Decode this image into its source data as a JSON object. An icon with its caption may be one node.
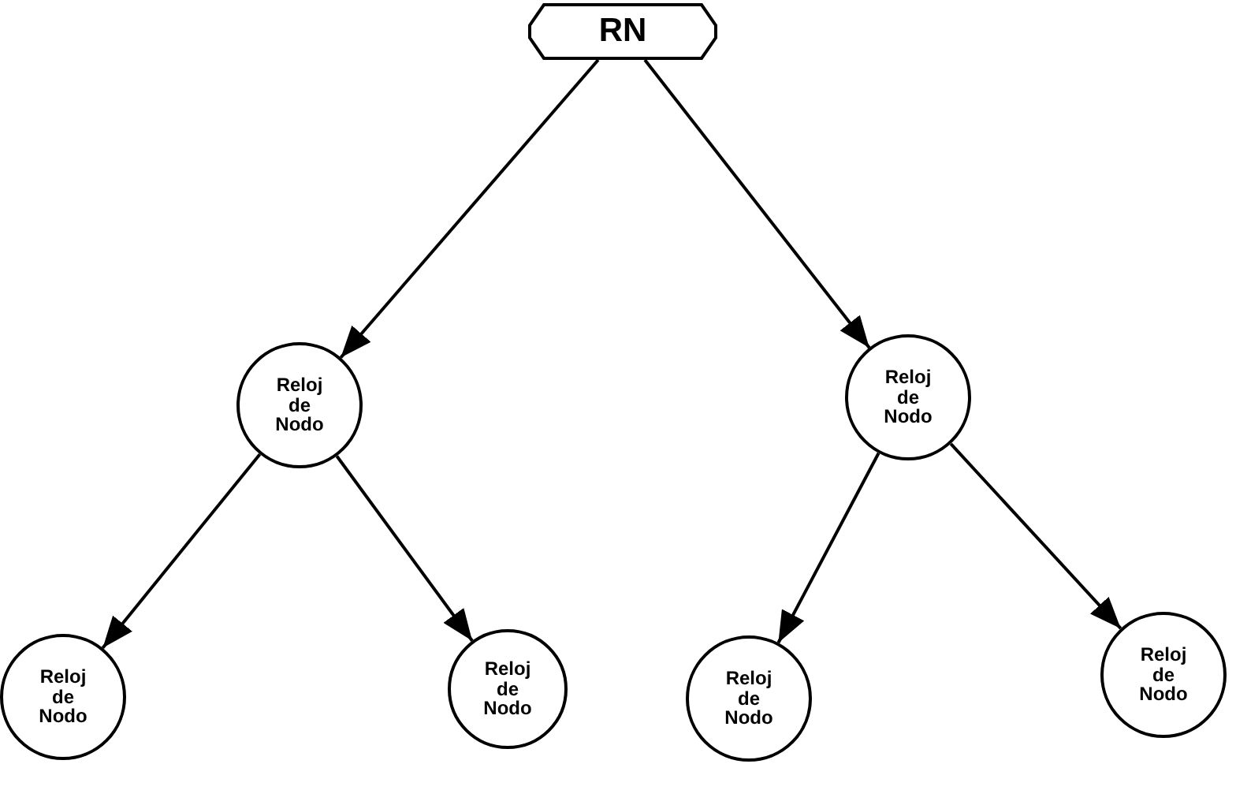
{
  "diagram": {
    "nodes": [
      {
        "text": [
          "RN"
        ]
      },
      {
        "text": [
          "Reloj de Nodo"
        ]
      },
      {
        "text": [
          "Reloj de Nodo"
        ]
      },
      {
        "text": [
          "Reloj de Nodo"
        ]
      },
      {
        "text": [
          "Reloj de Nodo"
        ]
      },
      {
        "text": [
          "Reloj de Nodo"
        ]
      },
      {
        "text": [
          "Reloj de Nodo"
        ]
      }
    ],
    "edges": [
      {
        "from": 0,
        "to": 1,
        "arrow": "to"
      },
      {
        "from": 0,
        "to": 2,
        "arrow": "to"
      },
      {
        "from": 1,
        "to": 3,
        "arrow": "to"
      },
      {
        "from": 1,
        "to": 4,
        "arrow": "to"
      },
      {
        "from": 2,
        "to": 5,
        "arrow": "to"
      },
      {
        "from": 2,
        "to": 6,
        "arrow": "to"
      }
    ]
  }
}
